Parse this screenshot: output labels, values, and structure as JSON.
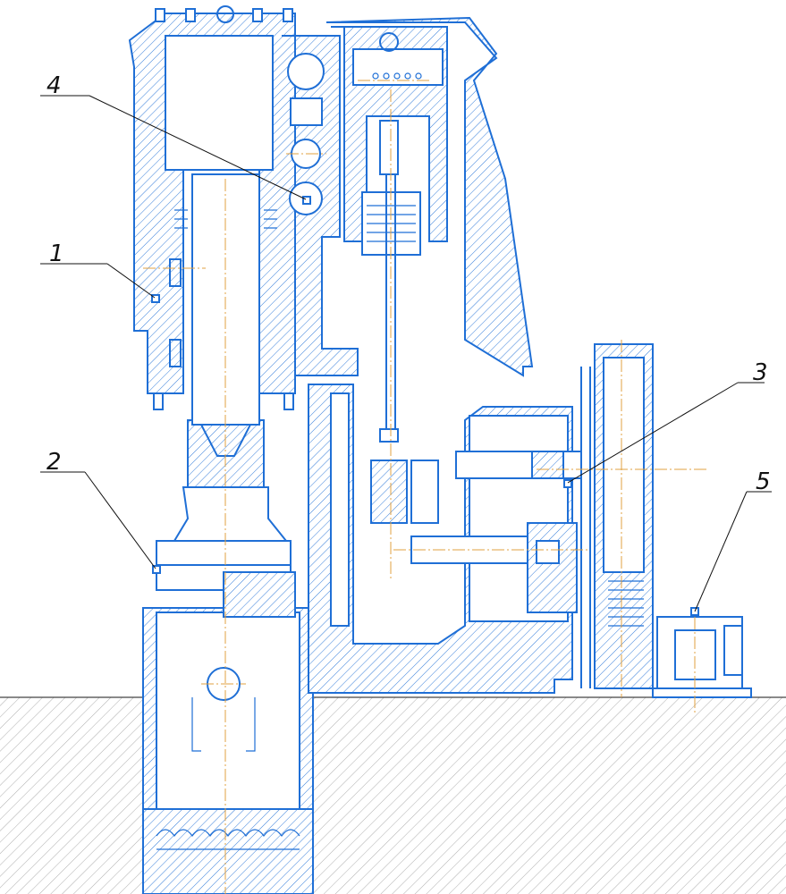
{
  "callouts": [
    {
      "id": "1",
      "label": "1"
    },
    {
      "id": "2",
      "label": "2"
    },
    {
      "id": "3",
      "label": "3"
    },
    {
      "id": "4",
      "label": "4"
    },
    {
      "id": "5",
      "label": "5"
    }
  ],
  "colors": {
    "line": "#1f6fd6",
    "centerline": "#e0a040",
    "callout": "#111111"
  }
}
